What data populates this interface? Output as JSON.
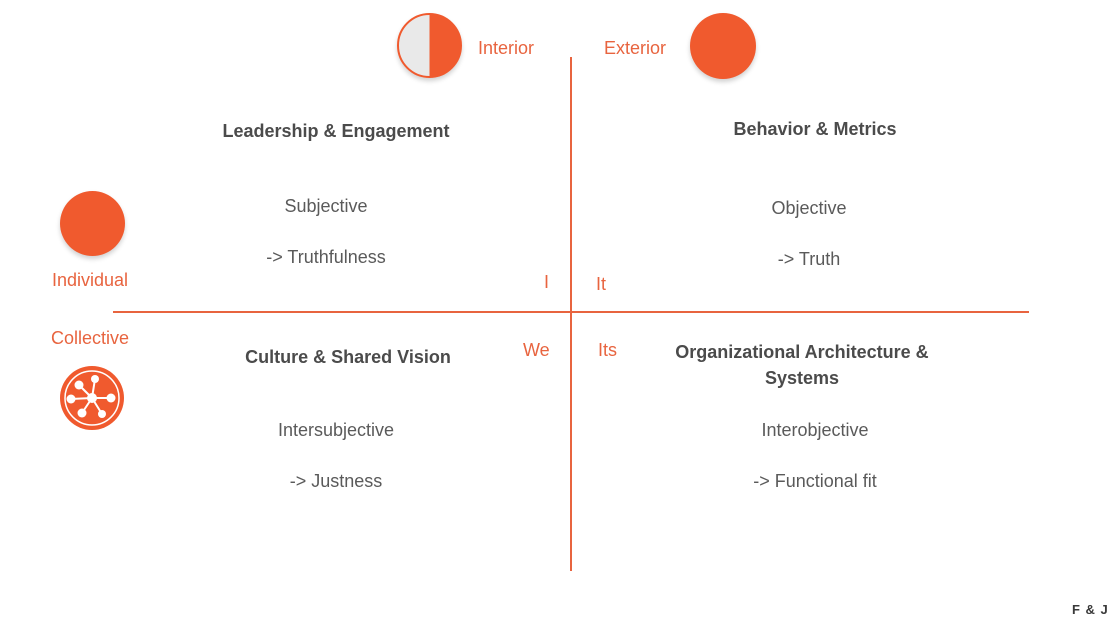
{
  "axes": {
    "interior": "Interior",
    "exterior": "Exterior",
    "individual": "Individual",
    "collective": "Collective"
  },
  "quadrant_markers": {
    "i": "I",
    "it": "It",
    "we": "We",
    "its": "Its"
  },
  "quadrants": {
    "upper_left": {
      "heading": "Leadership & Engagement",
      "line1": "Subjective",
      "line2": "-> Truthfulness"
    },
    "upper_right": {
      "heading": "Behavior & Metrics",
      "line1": "Objective",
      "line2": "-> Truth"
    },
    "lower_left": {
      "heading": "Culture & Shared Vision",
      "line1": "Intersubjective",
      "line2": "-> Justness"
    },
    "lower_right": {
      "heading_line1": "Organizational Architecture &",
      "heading_line2": "Systems",
      "line1": "Interobjective",
      "line2": "-> Functional fit"
    }
  },
  "brand": "F & J",
  "colors": {
    "accent": "#e8643f",
    "circle": "#f05a2e",
    "heading": "#4b4b4b",
    "body": "#5a5a5a"
  },
  "icons": [
    "half-circle-icon",
    "full-circle-icon",
    "individual-circle-icon",
    "network-icon"
  ]
}
